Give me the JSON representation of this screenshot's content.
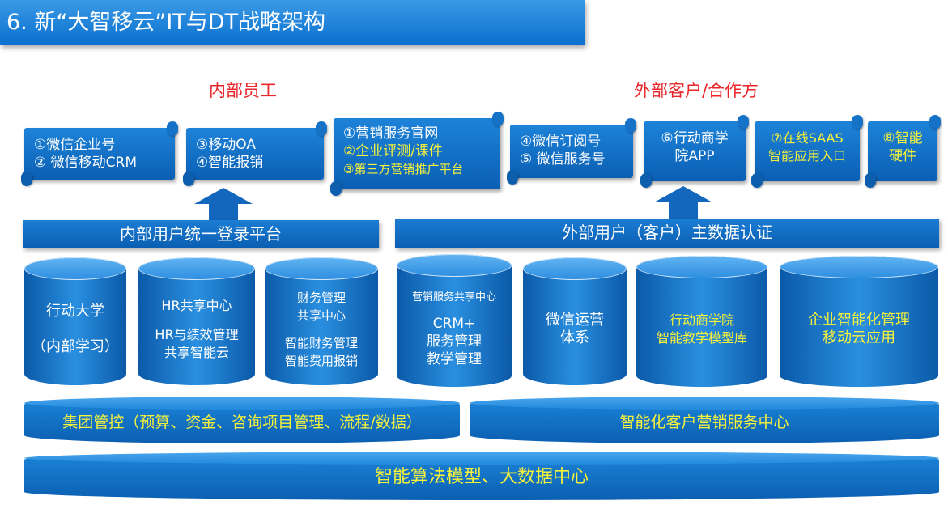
{
  "title": "6. 新“大智移云”IT与DT战略架构",
  "labels": {
    "internal": "内部员工",
    "external": "外部客户/合作方"
  },
  "scrolls": {
    "s1": [
      "①微信企业号",
      "② 微信移动CRM"
    ],
    "s2": [
      "③移动OA",
      "④智能报销"
    ],
    "s3": [
      "①营销服务官网",
      "②企业评测/课件",
      "③第三方营销推广平台"
    ],
    "s4": [
      "④微信订阅号",
      "⑤ 微信服务号"
    ],
    "s5": [
      "⑥行动商学",
      "院APP"
    ],
    "s6": [
      "⑦在线SAAS",
      "智能应用入口"
    ],
    "s7": [
      "⑧智能",
      "硬件"
    ]
  },
  "bands": {
    "internal_login": "内部用户统一登录平台",
    "external_auth": "外部用户（客户）主数据认证"
  },
  "cylinders": {
    "c1": [
      "行动大学",
      "（内部学习）"
    ],
    "c2": [
      "HR共享中心",
      "HR与绩效管理",
      "共享智能云"
    ],
    "c3": [
      "财务管理",
      "共享中心",
      "智能财务管理",
      "智能费用报销"
    ],
    "c4": [
      "营销服务共享中心",
      "CRM+",
      "服务管理",
      "教学管理"
    ],
    "c5": [
      "微信运营",
      "体系"
    ],
    "c6": [
      "行动商学院",
      "智能教学模型库"
    ],
    "c7": [
      "企业智能化管理",
      "移动云应用"
    ]
  },
  "slabs": {
    "group_control": "集团管控（预算、资金、咨询项目管理、流程/数据）",
    "marketing_center": "智能化客户营销服务中心",
    "bigdata": "智能算法模型、大数据中心"
  },
  "colors": {
    "accent_red": "#e8262a",
    "highlight_yellow": "#f7f23a",
    "primary_blue": "#0b63b8"
  }
}
